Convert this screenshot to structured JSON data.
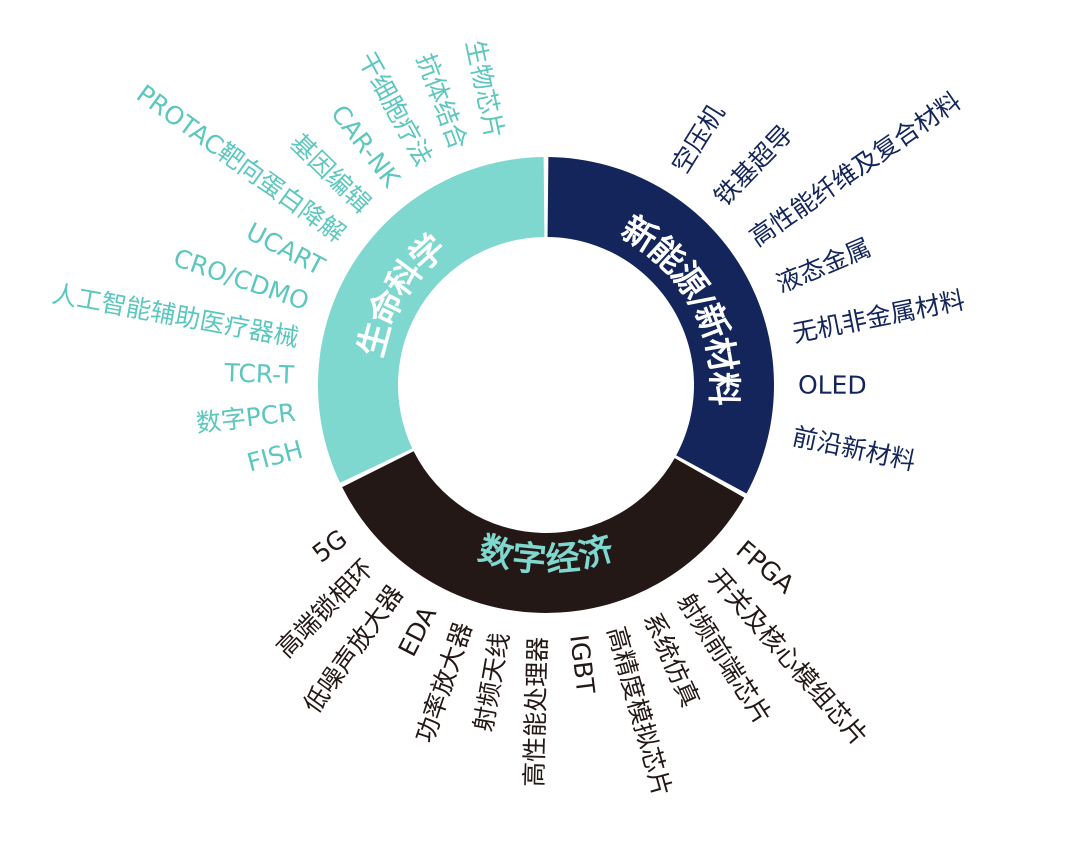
{
  "colors": {
    "life_science": "#7fd8cf",
    "new_energy": "#13255a",
    "digital": "#231815",
    "title_light": "#ffffff",
    "title_digital": "#7fd8cf",
    "label_life": "#5cc7be",
    "label_energy": "#13255a",
    "label_digital": "#231815"
  },
  "segments": {
    "life_science": "生命科学",
    "new_energy": "新能源/新材料",
    "digital": "数字经济"
  },
  "life_science_labels": [
    "生物芯片",
    "抗体结合",
    "干细胞疗法",
    "CAR-NK",
    "基因编辑",
    "PROTAC靶向蛋白降解",
    "UCART",
    "CRO/CDMO",
    "人工智能辅助医疗器械",
    "TCR-T",
    "数字PCR",
    "FISH"
  ],
  "new_energy_labels": [
    "空压机",
    "铁基超导",
    "高性能纤维及复合材料",
    "液态金属",
    "无机非金属材料",
    "OLED",
    "前沿新材料"
  ],
  "digital_labels": [
    "5G",
    "高端锁相环",
    "低噪声放大器",
    "EDA",
    "功率放大器",
    "射频天线",
    "高性能处理器",
    "IGBT",
    "高精度模拟芯片",
    "系统仿真",
    "射频前端芯片",
    "开关及核心模组芯片",
    "FPGA"
  ]
}
